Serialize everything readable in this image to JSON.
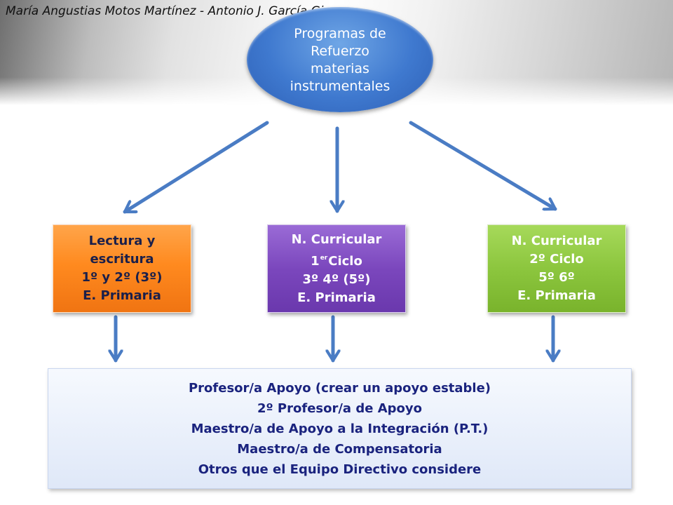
{
  "header": {
    "authors": "María Angustias Motos Martínez - Antonio J. García Girona"
  },
  "root": {
    "lines": [
      "Programas de",
      "Refuerzo",
      "materias",
      "instrumentales"
    ]
  },
  "boxes": {
    "left": {
      "lines": [
        "Lectura y",
        "escritura",
        "1º y 2º (3º)",
        "E. Primaria"
      ]
    },
    "middle": {
      "line1": "N. Curricular",
      "line2_number": "1",
      "line2_sup": "er",
      "line2_text": "Ciclo",
      "line3": "3º 4º (5º)",
      "line4": "E. Primaria"
    },
    "right": {
      "lines": [
        "N. Curricular",
        "2º Ciclo",
        "5º 6º",
        "E. Primaria"
      ]
    }
  },
  "support": {
    "lines": [
      "Profesor/a Apoyo (crear un apoyo estable)",
      "2º Profesor/a  de Apoyo",
      "Maestro/a de Apoyo a la Integración (P.T.)",
      "Maestro/a de Compensatoria",
      "Otros que el Equipo Directivo considere"
    ]
  },
  "colors": {
    "arrow": "#4a7cc4",
    "root": "#3f79cf",
    "left_box": "#ff8a1f",
    "middle_box": "#7b47bd",
    "right_box": "#8cc63e",
    "support_text": "#1a237e"
  }
}
